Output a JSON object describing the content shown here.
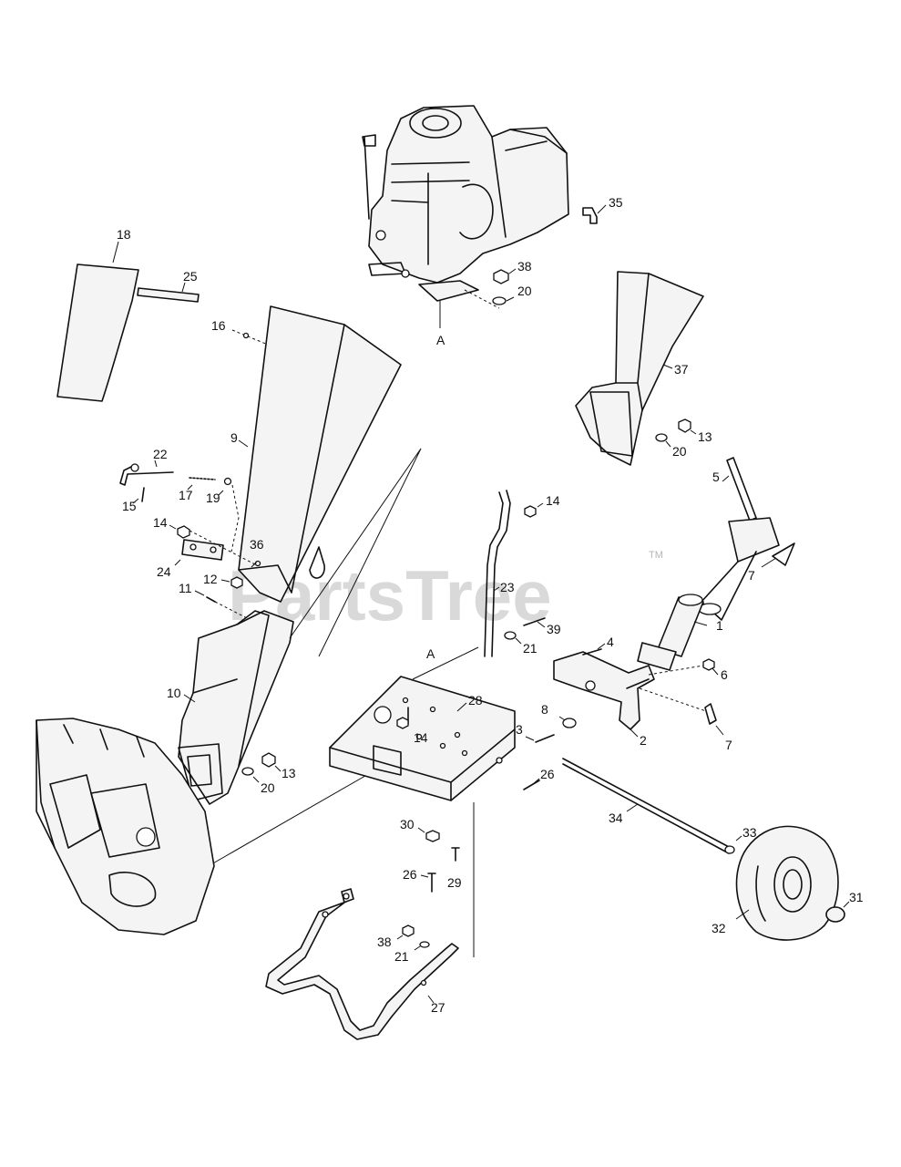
{
  "watermark": {
    "text": "PartsTree",
    "mark": "TM"
  },
  "callouts": {
    "c1": "1",
    "c2": "2",
    "c3": "3",
    "c4": "4",
    "c5": "5",
    "c6": "6",
    "c7a": "7",
    "c7b": "7",
    "c8": "8",
    "c9": "9",
    "c10": "10",
    "c11": "11",
    "c12": "12",
    "c13a": "13",
    "c13b": "13",
    "c14a": "14",
    "c14b": "14",
    "c14c": "14",
    "c15": "15",
    "c16": "16",
    "c17": "17",
    "c18": "18",
    "c19": "19",
    "c20a": "20",
    "c20b": "20",
    "c20c": "20",
    "c21a": "21",
    "c21b": "21",
    "c22": "22",
    "c23": "23",
    "c24": "24",
    "c25": "25",
    "c26a": "26",
    "c26b": "26",
    "c27": "27",
    "c28": "28",
    "c29": "29",
    "c30": "30",
    "c31": "31",
    "c32": "32",
    "c33": "33",
    "c34": "34",
    "c35": "35",
    "c36": "36",
    "c37": "37",
    "c38a": "38",
    "c38b": "38",
    "c39": "39",
    "refA1": "A",
    "refA2": "A"
  }
}
